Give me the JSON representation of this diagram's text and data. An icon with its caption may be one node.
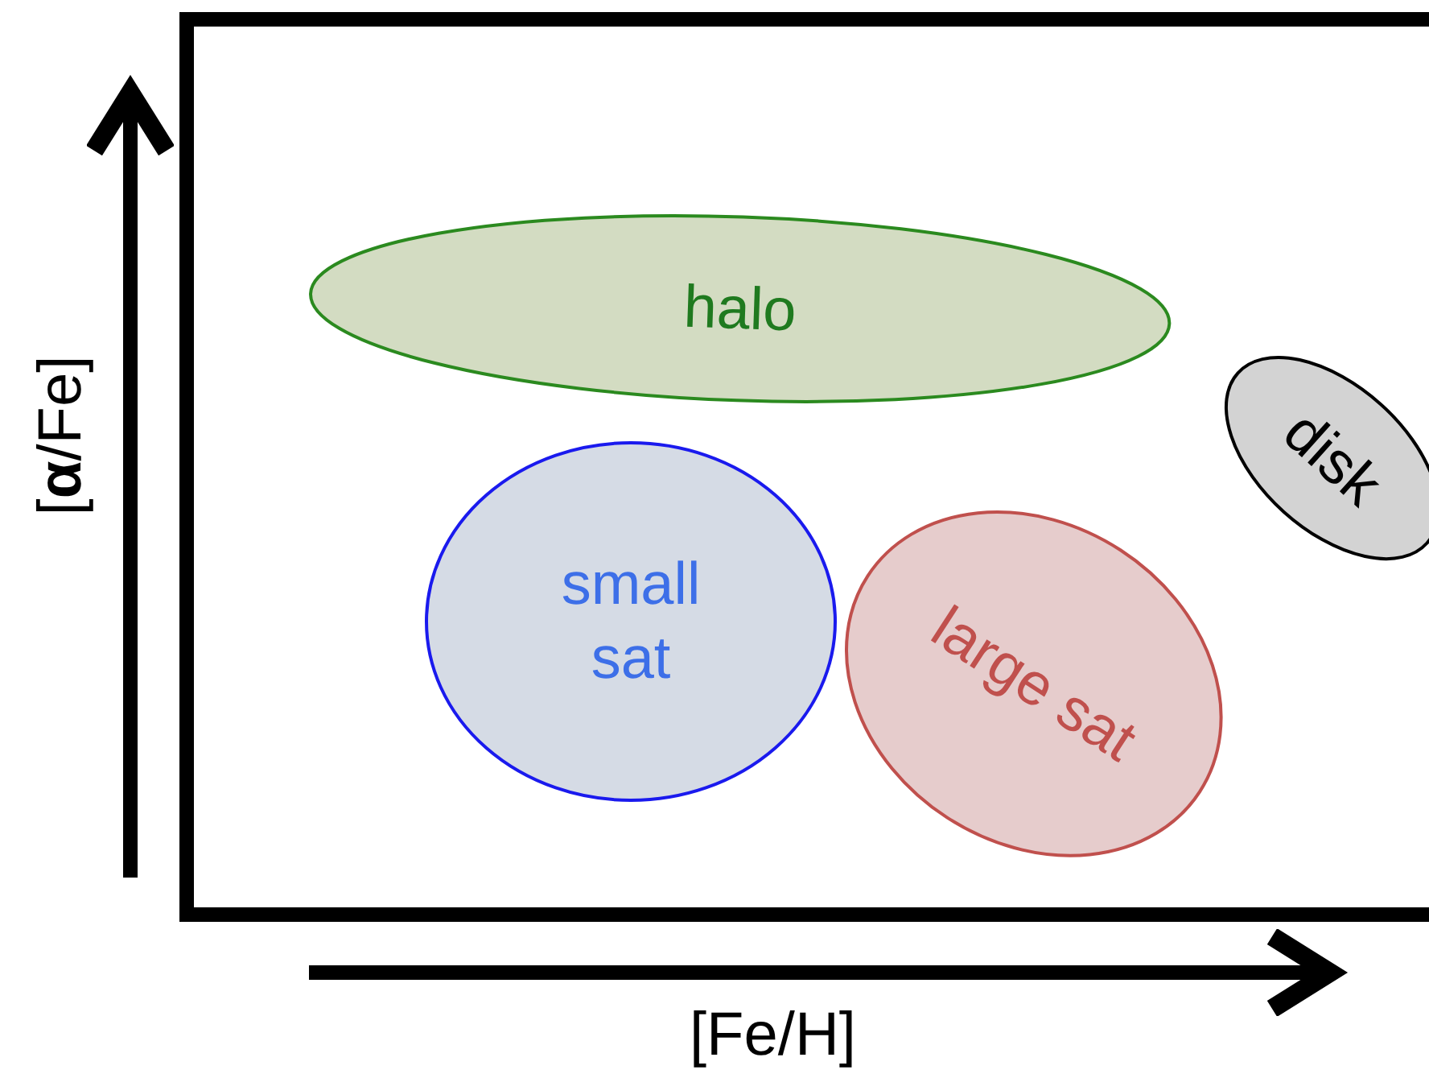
{
  "diagram": {
    "nodes": [
      {
        "text": [
          "halo"
        ]
      },
      {
        "text": [
          "small sat"
        ]
      },
      {
        "text": [
          "large sat"
        ]
      },
      {
        "text": [
          "disk"
        ]
      }
    ],
    "labels": [
      "[**α**/Fe]",
      "[Fe/H]"
    ]
  }
}
